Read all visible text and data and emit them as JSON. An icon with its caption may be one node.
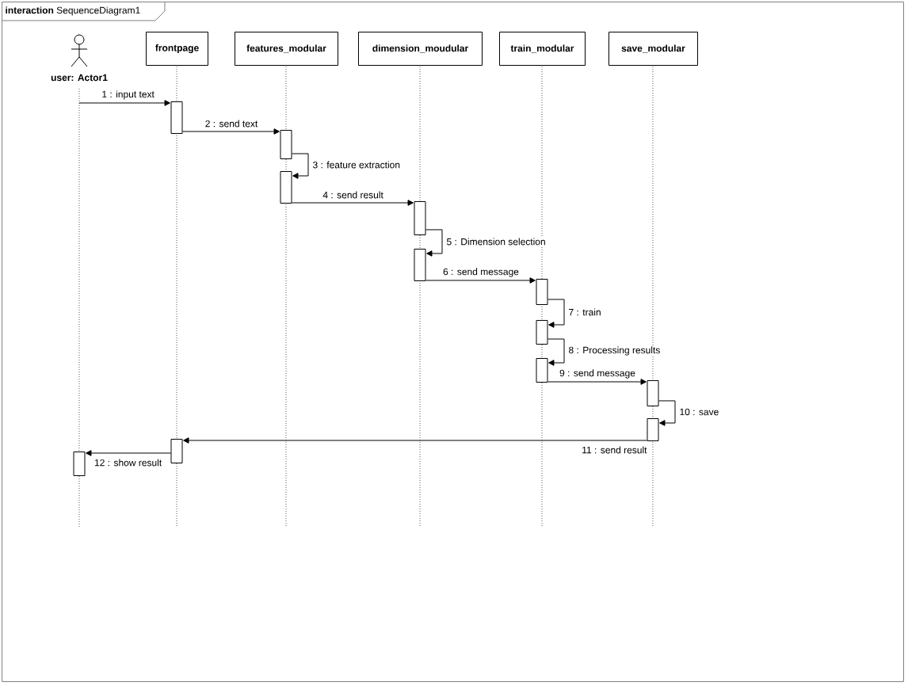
{
  "diagram": {
    "title": "**interaction** SequenceDiagram1",
    "nodes": [
      {
        "text": [],
        "shape": "box"
      },
      {
        "text": [
          "user: Actor1"
        ],
        "in": 0
      },
      {
        "text": [
          "frontpage"
        ],
        "in": 0
      },
      {
        "text": [
          "features_modular"
        ],
        "in": 0
      },
      {
        "text": [
          "dimension_moudular"
        ],
        "in": 0
      },
      {
        "text": [
          "train_modular"
        ],
        "in": 0
      },
      {
        "text": [
          "save_modular"
        ],
        "in": 0
      },
      {
        "text": [],
        "shape": "bar",
        "in": 0
      },
      {
        "text": [],
        "shape": "bar",
        "in": 0
      },
      {
        "text": [],
        "shape": "bar",
        "in": 0
      },
      {
        "text": [],
        "shape": "bar",
        "in": 0
      },
      {
        "text": [],
        "shape": "bar",
        "in": 0
      },
      {
        "text": [],
        "shape": "bar",
        "in": 0
      },
      {
        "text": [],
        "shape": "bar",
        "in": 0
      },
      {
        "text": [],
        "shape": "bar",
        "in": 0
      },
      {
        "text": [],
        "shape": "bar",
        "in": 0
      },
      {
        "text": [],
        "shape": "bar",
        "in": 0
      },
      {
        "text": [],
        "shape": "bar",
        "in": 0
      },
      {
        "text": [],
        "shape": "bar",
        "in": 0
      }
    ],
    "edges": [
      {
        "from": 1,
        "to": 7,
        "arrow": "to",
        "label": "1 : input text"
      },
      {
        "from": 7,
        "to": 8,
        "arrow": "to",
        "label": "2 : send text"
      },
      {
        "from": 8,
        "to": 9,
        "arrow": "to",
        "label": "3 : feature extraction"
      },
      {
        "from": 9,
        "to": 10,
        "arrow": "to",
        "label": "4 : send result"
      },
      {
        "from": 10,
        "to": 11,
        "arrow": "to",
        "label": "5 : Dimension selection"
      },
      {
        "from": 11,
        "to": 12,
        "arrow": "to",
        "label": "6 : send message"
      },
      {
        "from": 12,
        "to": 13,
        "arrow": "to",
        "label": "7 : train"
      },
      {
        "from": 13,
        "to": 14,
        "arrow": "to",
        "label": "8 : Processing results"
      },
      {
        "from": 14,
        "to": 15,
        "arrow": "to",
        "label": "9 : send message"
      },
      {
        "from": 15,
        "to": 16,
        "arrow": "to",
        "label": "10 : save"
      },
      {
        "from": 16,
        "to": 17,
        "arrow": "to",
        "label": "11 : send result"
      },
      {
        "from": 17,
        "to": 18,
        "arrow": "to",
        "label": "12 : show result"
      }
    ]
  }
}
